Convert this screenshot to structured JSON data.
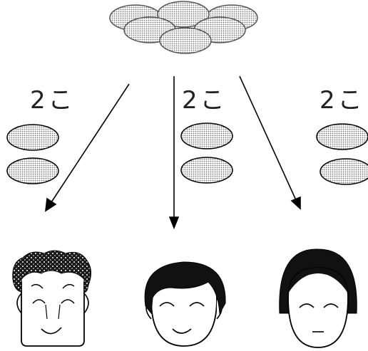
{
  "labels": [
    "2こ",
    "2こ",
    "2こ"
  ],
  "colors": {
    "oval_fill": "#d8d8d8",
    "stroke": "#000000",
    "oval_stroke": "#555555"
  },
  "pile": {
    "item_count": 6
  },
  "groups": [
    {
      "item_count": 2,
      "recipient": "curly-haired-person"
    },
    {
      "item_count": 2,
      "recipient": "short-haired-person"
    },
    {
      "item_count": 2,
      "recipient": "bob-haired-person"
    }
  ]
}
